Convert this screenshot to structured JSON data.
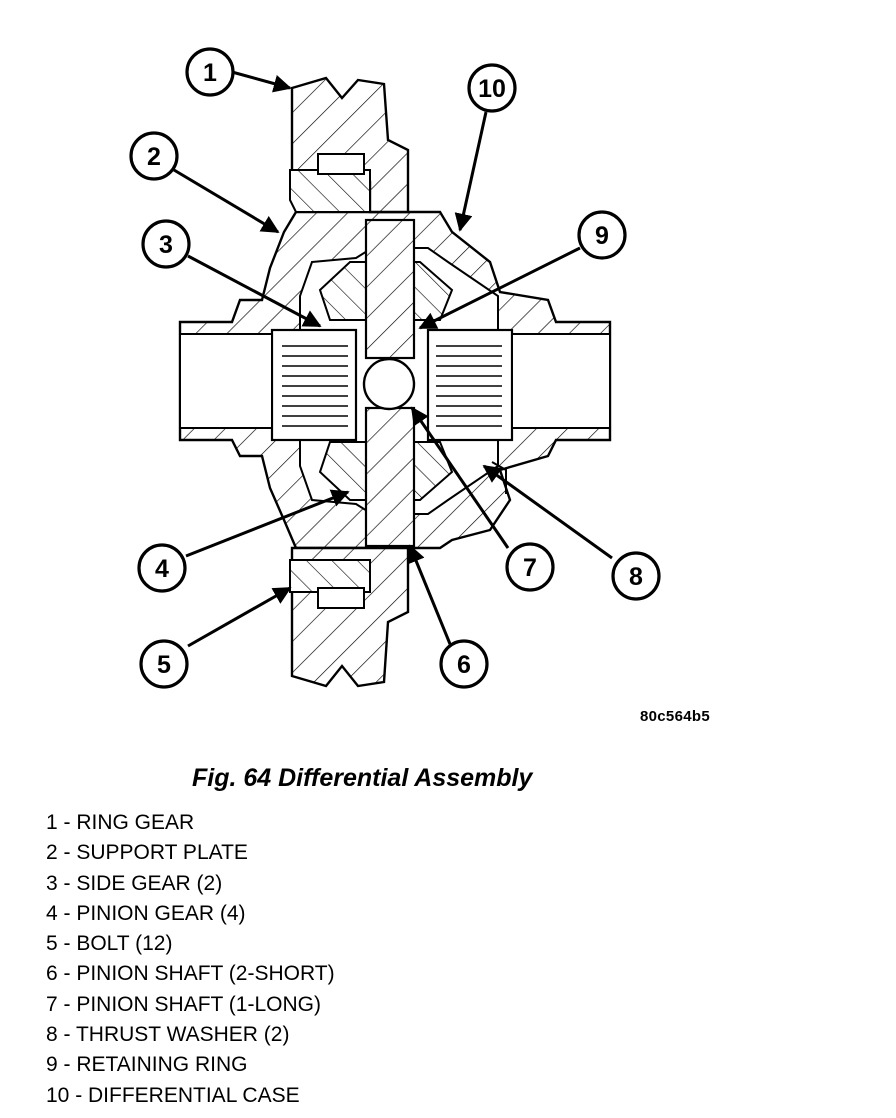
{
  "figure": {
    "code": "80c564b5",
    "caption": "Fig. 64 Differential Assembly"
  },
  "callouts": [
    {
      "num": "1",
      "label": "RING GEAR"
    },
    {
      "num": "2",
      "label": "SUPPORT PLATE"
    },
    {
      "num": "3",
      "label": "SIDE GEAR (2)"
    },
    {
      "num": "4",
      "label": "PINION GEAR (4)"
    },
    {
      "num": "5",
      "label": "BOLT (12)"
    },
    {
      "num": "6",
      "label": "PINION SHAFT (2-SHORT)"
    },
    {
      "num": "7",
      "label": "PINION SHAFT (1-LONG)"
    },
    {
      "num": "8",
      "label": "THRUST WASHER (2)"
    },
    {
      "num": "9",
      "label": "RETAINING RING"
    },
    {
      "num": "10",
      "label": "DIFFERENTIAL CASE"
    }
  ],
  "legend": [
    "1 - RING GEAR",
    "2 - SUPPORT PLATE",
    "3 - SIDE GEAR (2)",
    "4 - PINION GEAR (4)",
    "5 - BOLT (12)",
    "6 - PINION SHAFT (2-SHORT)",
    "7 - PINION SHAFT (1-LONG)",
    "8 - THRUST WASHER (2)",
    "9 - RETAINING RING",
    "10 - DIFFERENTIAL CASE"
  ]
}
